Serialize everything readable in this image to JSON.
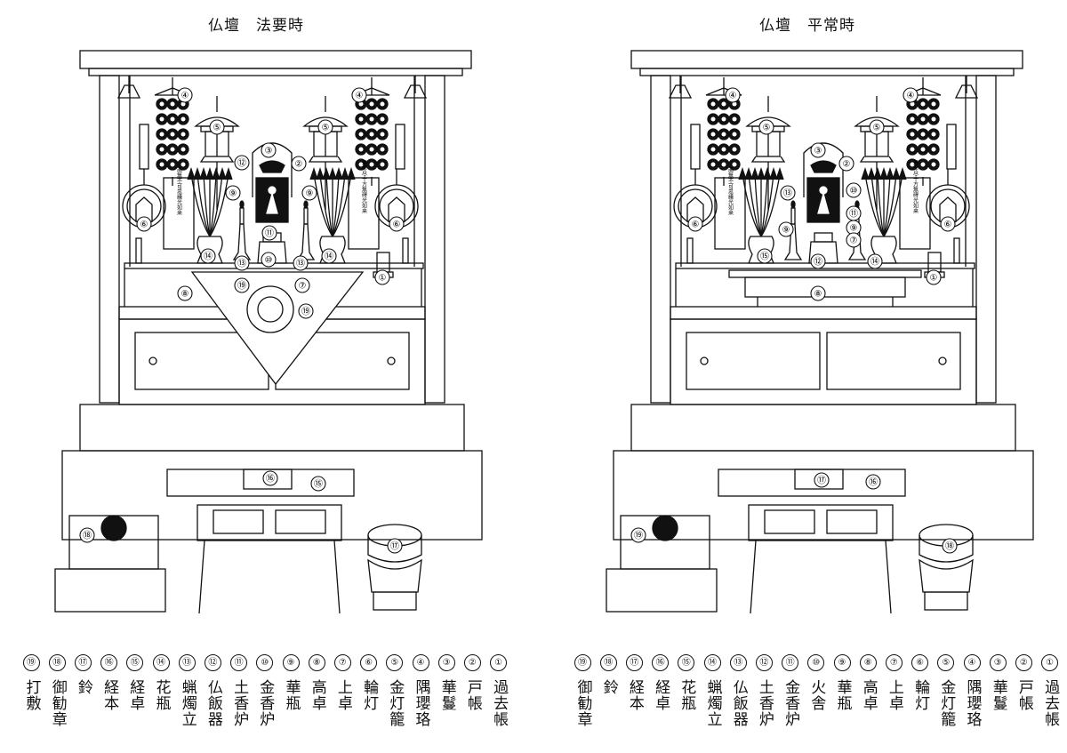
{
  "titles": {
    "left": "仏壇　法要時",
    "right": "仏壇　平常時"
  },
  "inscriptions": {
    "left_scroll": "南無不可思議光如来",
    "right_scroll": "帰命尽十方無碍光如来"
  },
  "left_legend": [
    {
      "num": "⑲",
      "name": "打敷"
    },
    {
      "num": "⑱",
      "name": "御勧章"
    },
    {
      "num": "⑰",
      "name": "鈴"
    },
    {
      "num": "⑯",
      "name": "経本"
    },
    {
      "num": "⑮",
      "name": "経卓"
    },
    {
      "num": "⑭",
      "name": "花瓶"
    },
    {
      "num": "⑬",
      "name": "蝋燭立"
    },
    {
      "num": "⑫",
      "name": "仏飯器"
    },
    {
      "num": "⑪",
      "name": "土香炉"
    },
    {
      "num": "⑩",
      "name": "金香炉"
    },
    {
      "num": "⑨",
      "name": "華瓶"
    },
    {
      "num": "⑧",
      "name": "高卓"
    },
    {
      "num": "⑦",
      "name": "上卓"
    },
    {
      "num": "⑥",
      "name": "輪灯"
    },
    {
      "num": "⑤",
      "name": "金灯籠"
    },
    {
      "num": "④",
      "name": "隅瓔珞"
    },
    {
      "num": "③",
      "name": "華鬘"
    },
    {
      "num": "②",
      "name": "戸帳"
    },
    {
      "num": "①",
      "name": "過去帳"
    }
  ],
  "right_legend": [
    {
      "num": "⑲",
      "name": "御勧章"
    },
    {
      "num": "⑱",
      "name": "鈴"
    },
    {
      "num": "⑰",
      "name": "経本"
    },
    {
      "num": "⑯",
      "name": "経卓"
    },
    {
      "num": "⑮",
      "name": "花瓶"
    },
    {
      "num": "⑭",
      "name": "蝋燭立"
    },
    {
      "num": "⑬",
      "name": "仏飯器"
    },
    {
      "num": "⑫",
      "name": "土香炉"
    },
    {
      "num": "⑪",
      "name": "金香炉"
    },
    {
      "num": "⑩",
      "name": "火舎"
    },
    {
      "num": "⑨",
      "name": "華瓶"
    },
    {
      "num": "⑧",
      "name": "高卓"
    },
    {
      "num": "⑦",
      "name": "上卓"
    },
    {
      "num": "⑥",
      "name": "輪灯"
    },
    {
      "num": "⑤",
      "name": "金灯籠"
    },
    {
      "num": "④",
      "name": "隅瓔珞"
    },
    {
      "num": "③",
      "name": "華鬘"
    },
    {
      "num": "②",
      "name": "戸帳"
    },
    {
      "num": "①",
      "name": "過去帳"
    }
  ],
  "left_callouts": [
    "④",
    "④",
    "⑤",
    "⑤",
    "③",
    "②",
    "⑫",
    "⑨",
    "⑨",
    "⑥",
    "⑥",
    "⑪",
    "⑭",
    "⑭",
    "⑬",
    "⑩",
    "⑬",
    "⑦",
    "⑲",
    "⑲",
    "⑧",
    "①",
    "⑯",
    "⑮",
    "⑱",
    "⑰"
  ],
  "right_callouts": [
    "④",
    "④",
    "⑤",
    "⑤",
    "③",
    "②",
    "⑩",
    "⑬",
    "⑪",
    "⑨",
    "⑨",
    "⑦",
    "⑥",
    "⑥",
    "⑮",
    "⑫",
    "⑭",
    "⑧",
    "①",
    "⑰",
    "⑯",
    "⑲",
    "⑱"
  ]
}
